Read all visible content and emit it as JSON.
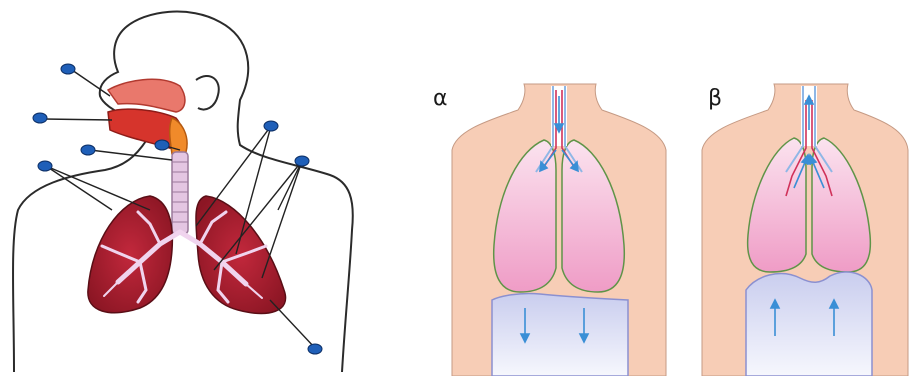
{
  "panels": {
    "a_label": "α",
    "b_label": "β"
  },
  "colors": {
    "skin": "#f7cdb6",
    "skin_outline": "#b58870",
    "lung_fill": "#f6c6dc",
    "lung_outline": "#5f9448",
    "diaphragm": "#e3e6f7",
    "diaphragm_outline": "#8b90d0",
    "airway_blue": "#8fb7e6",
    "airway_red": "#d0325a",
    "arrow_blue": "#3a8fd6",
    "bronchial_tree_left": "#9e1f2e",
    "marker_blue": "#1f5fb8"
  },
  "icons": {
    "label_marker": "blue-oval-marker",
    "airflow_arrow": "blue-arrow"
  }
}
